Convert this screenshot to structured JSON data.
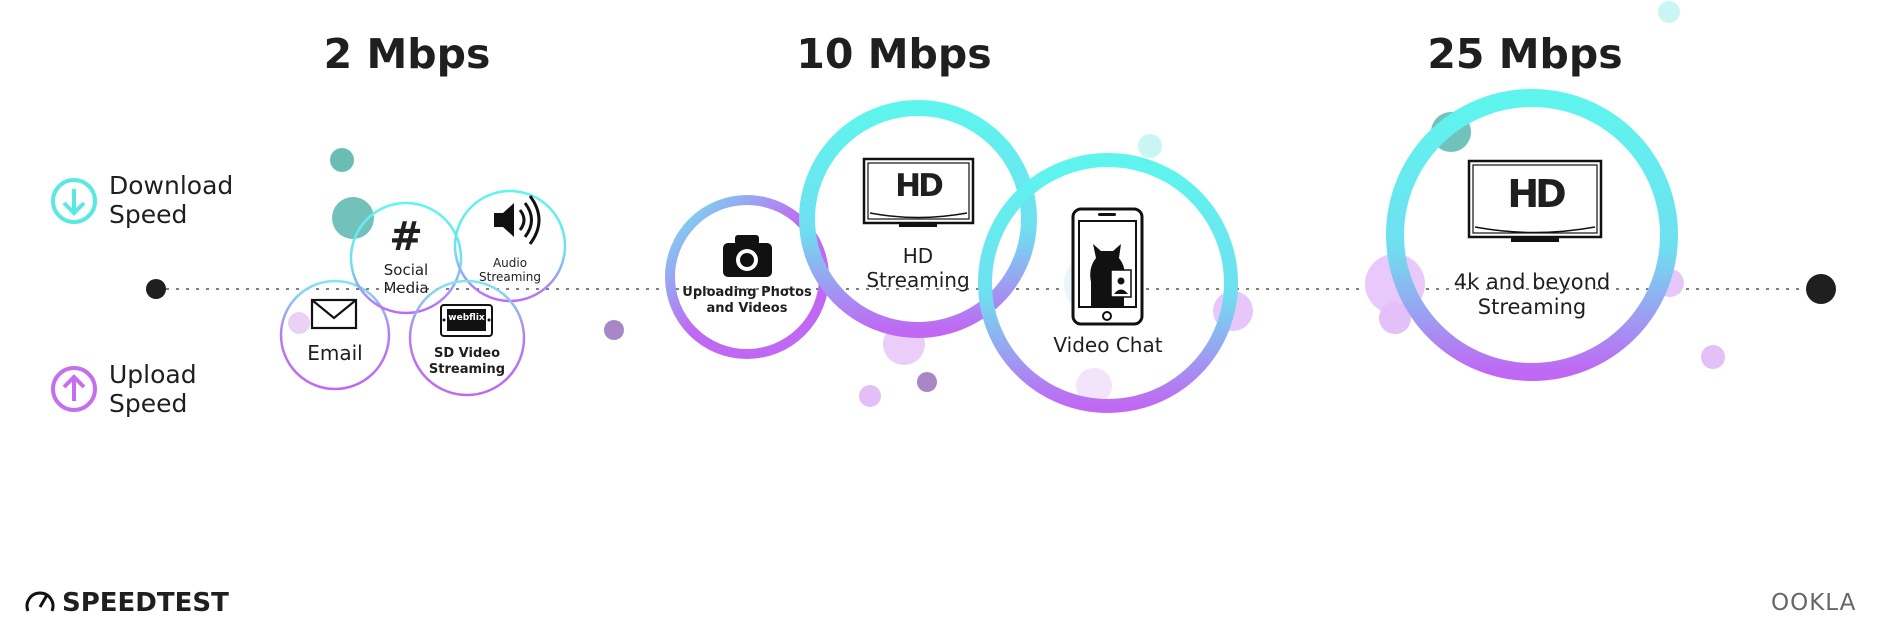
{
  "tiers": [
    "2 Mbps",
    "10 Mbps",
    "25 Mbps"
  ],
  "legend": {
    "download": {
      "line1": "Download",
      "line2": "Speed",
      "icon": "arrow-down-circle-icon",
      "color": "#5ae9e0"
    },
    "upload": {
      "line1": "Upload",
      "line2": "Speed",
      "icon": "arrow-up-circle-icon",
      "color": "#c36ff0"
    }
  },
  "activities": {
    "email": {
      "label": "Email",
      "icon": "envelope-icon"
    },
    "social": {
      "line1": "Social",
      "line2": "Media",
      "icon": "hashtag-icon"
    },
    "audio": {
      "line1": "Audio",
      "line2": "Streaming",
      "icon": "speaker-icon"
    },
    "sd_video": {
      "line1": "SD Video",
      "line2": "Streaming",
      "icon": "tv-icon",
      "screen_text": "webflix"
    },
    "photos": {
      "line1": "Uploading Photos",
      "line2": "and Videos",
      "icon": "camera-icon"
    },
    "hd": {
      "line1": "HD",
      "line2": "Streaming",
      "icon": "hd-tv-icon",
      "screen_text": "HD"
    },
    "video_chat": {
      "label": "Video Chat",
      "icon": "phone-icon"
    },
    "uhd": {
      "line1": "4k and beyond",
      "line2": "Streaming",
      "icon": "hd-tv-icon",
      "screen_text": "HD"
    }
  },
  "footer": {
    "speedtest": "SPEEDTEST",
    "ookla": "OOKLA"
  },
  "colors": {
    "teal": "#5ef5ee",
    "purple": "#c068f3",
    "dark": "#1f1f1f"
  }
}
